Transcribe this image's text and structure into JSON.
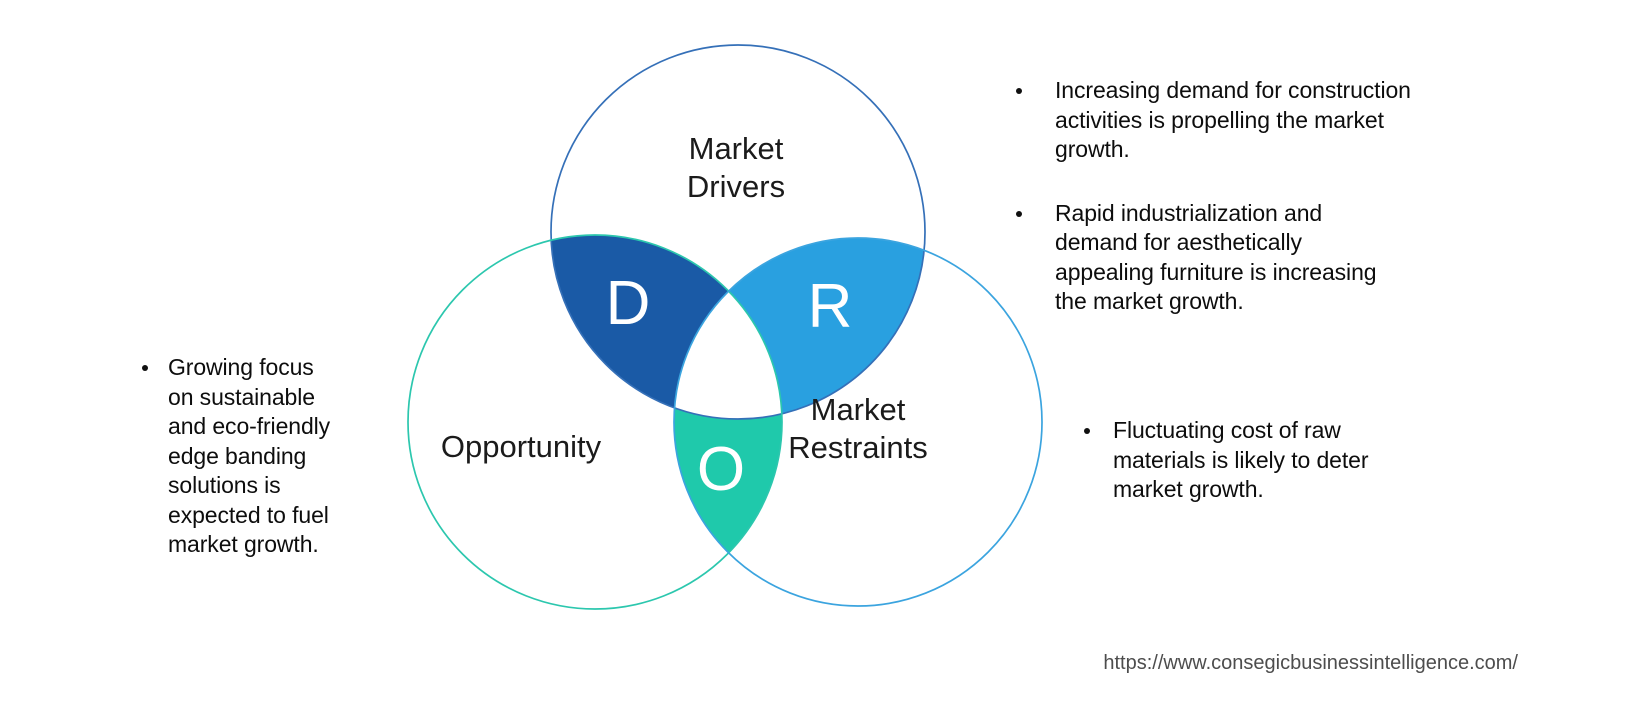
{
  "diagram": {
    "drivers": {
      "label": "Market\nDrivers",
      "letter": "D",
      "fill": "#1A5AA6",
      "stroke": "#3570B8"
    },
    "opportunity": {
      "label": "Opportunity",
      "letter": "O",
      "fill": "#1FC9AB",
      "stroke": "#2CC7AE"
    },
    "restraints": {
      "label": "Market\nRestraints",
      "letter": "R",
      "fill": "#29A0E0",
      "stroke": "#3BA4DF"
    },
    "triple_overlap_fill": "#FFFFFF"
  },
  "bullets": {
    "drivers": [
      {
        "text": "Increasing demand for construction\nactivities is propelling the market\ngrowth."
      },
      {
        "text": "Rapid industrialization and\ndemand for aesthetically\nappealing furniture is increasing\nthe market growth."
      }
    ],
    "opportunity": [
      {
        "text": "Growing focus\non sustainable\nand eco-friendly\nedge banding\nsolutions is\nexpected to fuel\nmarket growth."
      }
    ],
    "restraints": [
      {
        "text": "Fluctuating cost of raw\nmaterials is likely to deter\nmarket growth."
      }
    ]
  },
  "footer": {
    "url": "https://www.consegicbusinessintelligence.com/"
  }
}
